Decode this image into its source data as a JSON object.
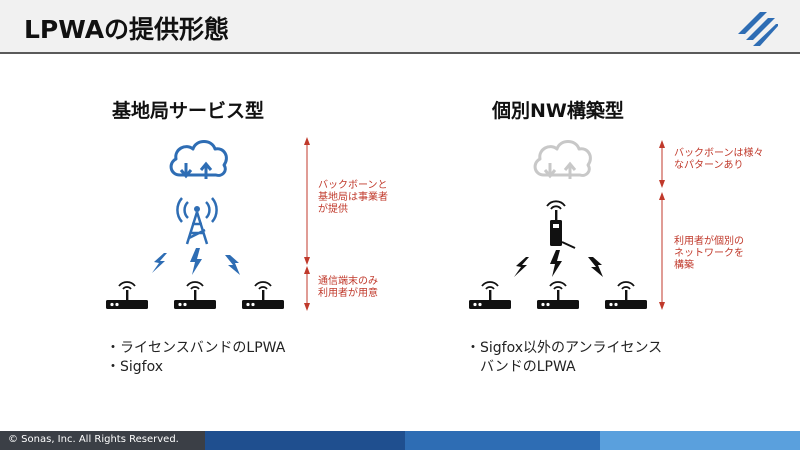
{
  "header": {
    "title": "LPWAの提供形態",
    "logo_icon": "sonas-slash-logo",
    "accent": "#2e6db4"
  },
  "left": {
    "title": "基地局サービス型",
    "bullets": [
      "・ライセンスバンドのLPWA",
      "・Sigfox"
    ],
    "annotations": [
      {
        "lines": [
          "バックボーンと",
          "基地局は事業者",
          "が提供"
        ]
      },
      {
        "lines": [
          "通信端末のみ",
          "利用者が用意"
        ]
      }
    ],
    "color": "#2e6db4"
  },
  "right": {
    "title": "個別NW構築型",
    "bullets": [
      "・Sigfox以外のアンライセンス",
      "　バンドのLPWA"
    ],
    "annotations": [
      {
        "lines": [
          "バックボーンは様々",
          "なパターンあり"
        ]
      },
      {
        "lines": [
          "利用者が個別の",
          "ネットワークを",
          "構築"
        ]
      }
    ],
    "cloud_color": "#c8c8c8"
  },
  "annotation_color": "#c0392b",
  "footer": {
    "text": "© Sonas, Inc. All Rights Reserved."
  }
}
